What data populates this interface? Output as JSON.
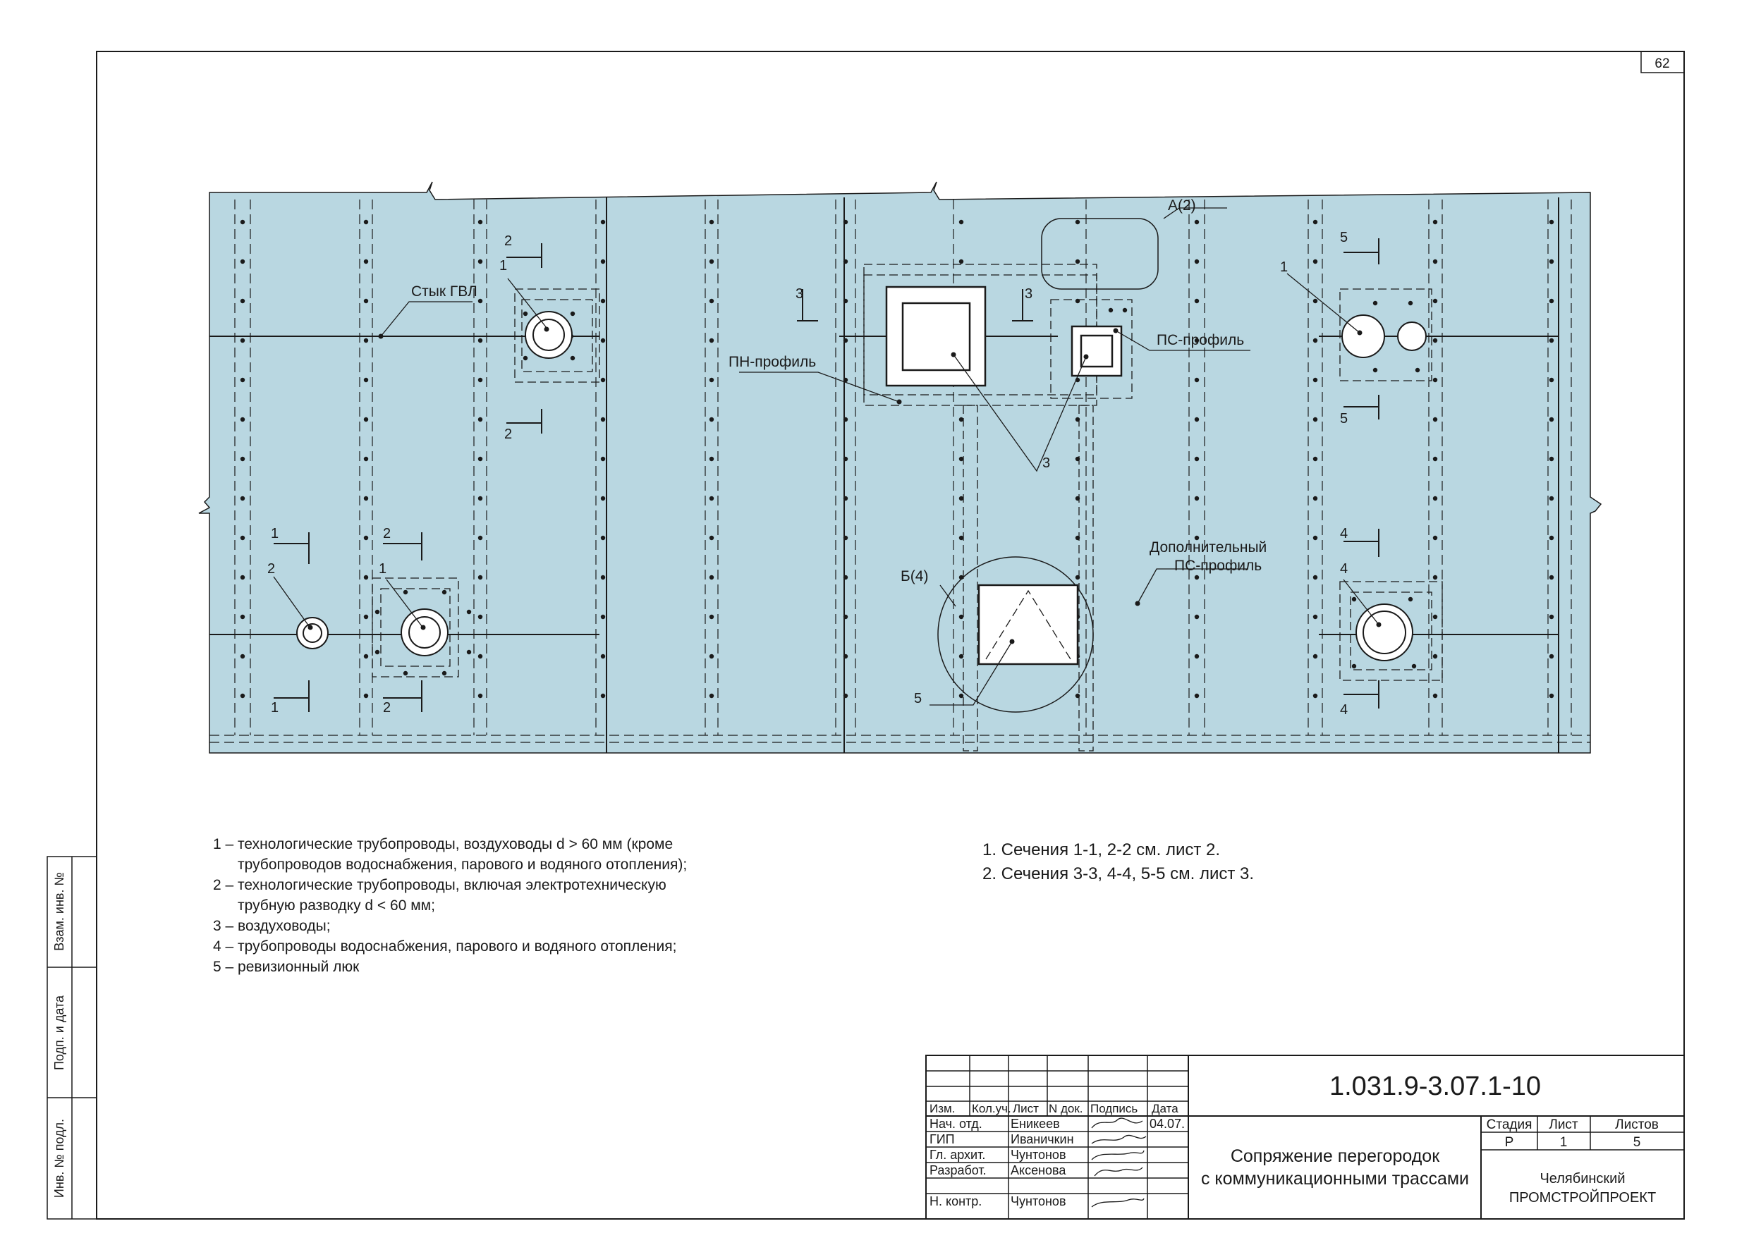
{
  "sheet_number": "62",
  "drawing": {
    "labels": {
      "stык_gvl": "Стык ГВЛ",
      "pn_profile": "ПН-профиль",
      "ps_profile": "ПС-профиль",
      "extra_ps_line1": "Дополнительный",
      "extra_ps_line2": "ПС-профиль",
      "callout_a": "А(2)",
      "callout_b": "Б(4)"
    },
    "markers": [
      "1",
      "2",
      "3",
      "4",
      "5"
    ]
  },
  "legend": [
    "1 – технологические трубопроводы, воздуховоды d > 60 мм (кроме",
    "      трубопроводов водоснабжения, парового и водяного отопления);",
    "2 – технологические трубопроводы, включая электротехническую",
    "      трубную разводку d < 60 мм;",
    "3 – воздуховоды;",
    "4 – трубопроводы водоснабжения, парового и водяного отопления;",
    "5 – ревизионный люк"
  ],
  "notes": [
    "1. Сечения 1-1, 2-2 см. лист 2.",
    "2. Сечения 3-3, 4-4, 5-5 см. лист 3."
  ],
  "side_stamps": {
    "vzam_inv": "Взам. инв. №",
    "podp_data": "Подп. и дата",
    "inv_podl": "Инв. № подл."
  },
  "title_block": {
    "doc_code": "1.031.9-3.07.1-10",
    "title_line1": "Сопряжение перегородок",
    "title_line2": "с коммуникационными трассами",
    "org_line1": "Челябинский",
    "org_line2": "ПРОМСТРОЙПРОЕКТ",
    "head": {
      "izm": "Изм.",
      "kol": "Кол.уч.",
      "list": "Лист",
      "ndok": "N док.",
      "podpis": "Подпись",
      "data": "Дата"
    },
    "stage_head": {
      "stadiya": "Стадия",
      "list": "Лист",
      "listov": "Листов"
    },
    "stage_vals": {
      "stadiya": "Р",
      "list": "1",
      "listov": "5"
    },
    "people": [
      {
        "role": "Нач. отд.",
        "name": "Еникеев",
        "date": "04.07."
      },
      {
        "role": "ГИП",
        "name": "Иваничкин",
        "date": ""
      },
      {
        "role": "Гл. архит.",
        "name": "Чунтонов",
        "date": ""
      },
      {
        "role": "Разработ.",
        "name": "Аксенова",
        "date": ""
      },
      {
        "role": "Н. контр.",
        "name": "Чунтонов",
        "date": ""
      }
    ]
  },
  "colors": {
    "panel": "#b9d7e1",
    "line": "#1a1a1a"
  }
}
